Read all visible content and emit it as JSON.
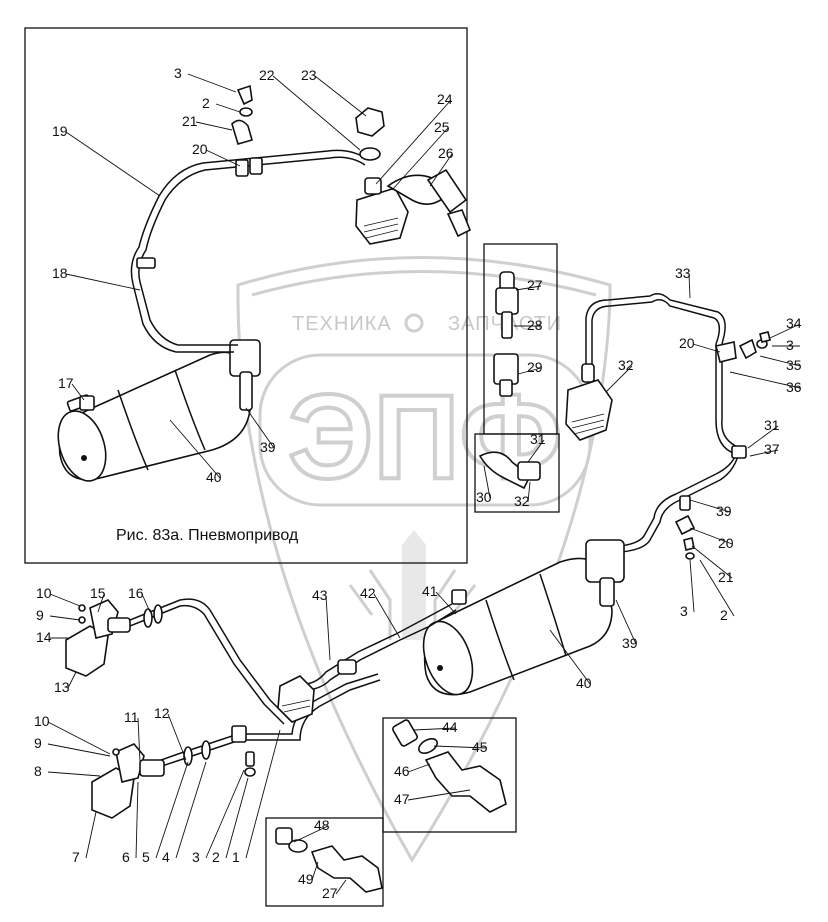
{
  "caption": "Рис. 83а. Пневмопривод",
  "watermark": {
    "left_word": "ТЕХНИКА",
    "right_word": "ЗАПЧАСТИ",
    "logo": "ЭПФ"
  },
  "callouts": [
    {
      "id": "c3a",
      "text": "3"
    },
    {
      "id": "c2a",
      "text": "2"
    },
    {
      "id": "c21a",
      "text": "21"
    },
    {
      "id": "c19",
      "text": "19"
    },
    {
      "id": "c20a",
      "text": "20"
    },
    {
      "id": "c22",
      "text": "22"
    },
    {
      "id": "c23",
      "text": "23"
    },
    {
      "id": "c24",
      "text": "24"
    },
    {
      "id": "c25",
      "text": "25"
    },
    {
      "id": "c26",
      "text": "26"
    },
    {
      "id": "c18",
      "text": "18"
    },
    {
      "id": "c17",
      "text": "17"
    },
    {
      "id": "c39a",
      "text": "39"
    },
    {
      "id": "c40a",
      "text": "40"
    },
    {
      "id": "c27a",
      "text": "27"
    },
    {
      "id": "c28",
      "text": "28"
    },
    {
      "id": "c29",
      "text": "29"
    },
    {
      "id": "c31a",
      "text": "31"
    },
    {
      "id": "c30",
      "text": "30"
    },
    {
      "id": "c32a",
      "text": "32"
    },
    {
      "id": "c32b",
      "text": "32"
    },
    {
      "id": "c33",
      "text": "33"
    },
    {
      "id": "c34",
      "text": "34"
    },
    {
      "id": "c20b",
      "text": "20"
    },
    {
      "id": "c3b",
      "text": "3"
    },
    {
      "id": "c35",
      "text": "35"
    },
    {
      "id": "c36",
      "text": "36"
    },
    {
      "id": "c31b",
      "text": "31"
    },
    {
      "id": "c37",
      "text": "37"
    },
    {
      "id": "c39b",
      "text": "39"
    },
    {
      "id": "c20c",
      "text": "20"
    },
    {
      "id": "c21b",
      "text": "21"
    },
    {
      "id": "c3c",
      "text": "3"
    },
    {
      "id": "c2b",
      "text": "2"
    },
    {
      "id": "c39c",
      "text": "39"
    },
    {
      "id": "c40b",
      "text": "40"
    },
    {
      "id": "c41",
      "text": "41"
    },
    {
      "id": "c42",
      "text": "42"
    },
    {
      "id": "c43",
      "text": "43"
    },
    {
      "id": "c16",
      "text": "16"
    },
    {
      "id": "c15",
      "text": "15"
    },
    {
      "id": "c10a",
      "text": "10"
    },
    {
      "id": "c9a",
      "text": "9"
    },
    {
      "id": "c14",
      "text": "14"
    },
    {
      "id": "c13",
      "text": "13"
    },
    {
      "id": "c44",
      "text": "44"
    },
    {
      "id": "c45",
      "text": "45"
    },
    {
      "id": "c46",
      "text": "46"
    },
    {
      "id": "c47",
      "text": "47"
    },
    {
      "id": "c10b",
      "text": "10"
    },
    {
      "id": "c9b",
      "text": "9"
    },
    {
      "id": "c8",
      "text": "8"
    },
    {
      "id": "c11",
      "text": "11"
    },
    {
      "id": "c12",
      "text": "12"
    },
    {
      "id": "c7",
      "text": "7"
    },
    {
      "id": "c6",
      "text": "6"
    },
    {
      "id": "c5",
      "text": "5"
    },
    {
      "id": "c4",
      "text": "4"
    },
    {
      "id": "c3d",
      "text": "3"
    },
    {
      "id": "c2c",
      "text": "2"
    },
    {
      "id": "c1",
      "text": "1"
    },
    {
      "id": "c48",
      "text": "48"
    },
    {
      "id": "c49",
      "text": "49"
    },
    {
      "id": "c27b",
      "text": "27"
    }
  ]
}
